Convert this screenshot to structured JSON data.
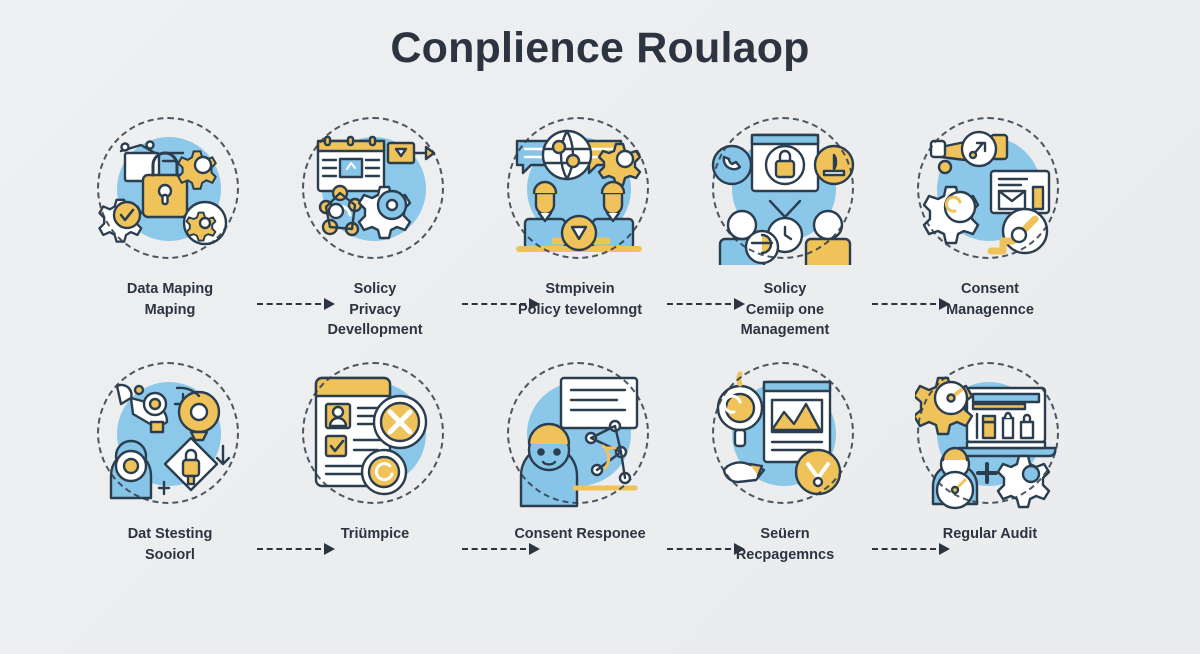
{
  "page": {
    "title": "Conplience Roulaop",
    "background_color": "#eef0f1",
    "text_color": "#2b3440",
    "accent_yellow": "#f0c35a",
    "accent_blue": "#86c5e8",
    "outline_color": "#2b5d7d"
  },
  "flow": {
    "rows": [
      {
        "steps": [
          {
            "id": "step-1",
            "icon": "lock-gear-checkmark-icon",
            "label_lines": [
              "Data Maping",
              "Maping"
            ]
          },
          {
            "id": "step-2",
            "icon": "document-network-gear-icon",
            "label_lines": [
              "Solicy",
              "Privacy",
              "Devellopment"
            ]
          },
          {
            "id": "step-3",
            "icon": "team-speech-globe-icon",
            "label_lines": [
              "Stmpivein",
              "Policy tevelomngt"
            ]
          },
          {
            "id": "step-4",
            "icon": "screen-lock-people-icon",
            "label_lines": [
              "Solicy",
              "Cemiip one",
              "Management"
            ]
          },
          {
            "id": "step-5",
            "icon": "megaphone-mail-key-icon",
            "label_lines": [
              "Consent",
              "Managennce"
            ]
          }
        ]
      },
      {
        "steps": [
          {
            "id": "step-6",
            "icon": "lightbulb-lock-person-icon",
            "label_lines": [
              "Dat Stesting",
              "Sooiorl"
            ]
          },
          {
            "id": "step-7",
            "icon": "form-user-badge-icon",
            "label_lines": [
              "Triümpice"
            ]
          },
          {
            "id": "step-8",
            "icon": "person-board-network-icon",
            "label_lines": [
              "Consent Responee"
            ]
          },
          {
            "id": "step-9",
            "icon": "magnifier-chart-check-icon",
            "label_lines": [
              "Seüern",
              "Recpagemncs"
            ]
          },
          {
            "id": "step-10",
            "icon": "laptop-gear-audit-icon",
            "label_lines": [
              "Regular Audit"
            ]
          }
        ]
      }
    ],
    "arrow_icon": "dashed-arrow-right-icon",
    "arrow_count_per_row": 4
  }
}
